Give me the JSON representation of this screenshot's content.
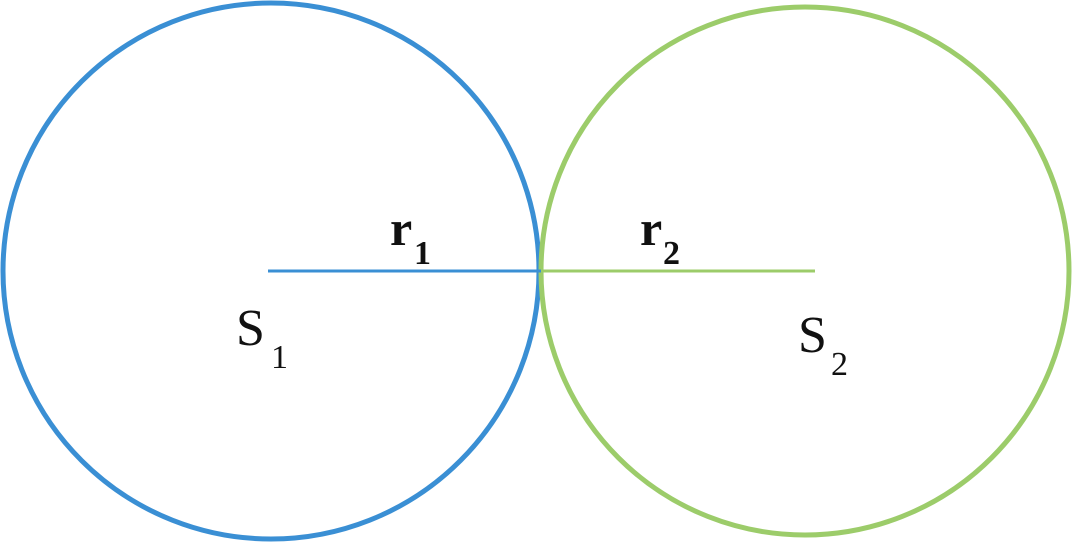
{
  "colors": {
    "circle1": "#3a8fd4",
    "circle2": "#9ccc6a",
    "text": "#111111",
    "background": "#ffffff"
  },
  "labels": {
    "s1_main": "S",
    "s1_sub": "1",
    "s2_main": "S",
    "s2_sub": "2",
    "r1_main": "r",
    "r1_sub": "1",
    "r2_main": "r",
    "r2_sub": "2"
  }
}
